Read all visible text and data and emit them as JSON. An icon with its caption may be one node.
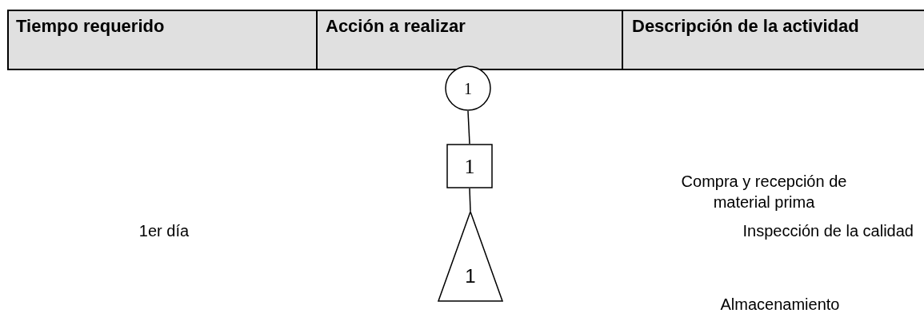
{
  "diagram": {
    "nodes": [
      {
        "text": [
          "1"
        ]
      },
      {
        "text": [
          "1"
        ]
      },
      {
        "text": [
          "1"
        ]
      }
    ],
    "edges": [
      {
        "from": 0,
        "to": 1,
        "arrow": "none"
      },
      {
        "from": 1,
        "to": 2,
        "arrow": "none"
      }
    ],
    "labels": [
      "Tiempo requerido",
      "Acción a realizar",
      "Descripción de la actividad",
      "Compra y recepción de material prima",
      "1er día",
      "Inspección de la calidad",
      "Almacenamiento"
    ]
  }
}
